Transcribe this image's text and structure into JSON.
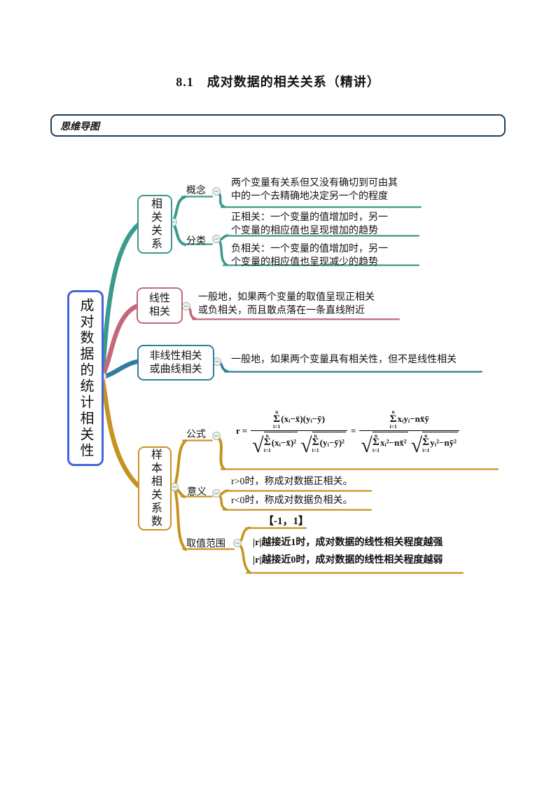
{
  "page": {
    "title": "8.1　成对数据的相关关系（精讲）"
  },
  "section": {
    "label": "思维导图"
  },
  "map": {
    "root": {
      "label": "成对数据的统计相关性"
    },
    "guanxi": {
      "label": "相关关系"
    },
    "gainian": {
      "label": "概念"
    },
    "fenlei": {
      "label": "分类"
    },
    "concept": {
      "l1": "两个变量有关系但又没有确切到可由其",
      "l2": "中的一个去精确地决定另一个的程度"
    },
    "pos": {
      "l1": "正相关：一个变量的值增加时，另一",
      "l2": "个变量的相应值也呈现增加的趋势"
    },
    "neg": {
      "l1": "负相关：一个变量的值增加时，另一",
      "l2": "个变量的相应值也呈现减少的趋势"
    },
    "linear": {
      "label_l1": "线性",
      "label_l2": "相关",
      "text_l1": "一般地，如果两个变量的取值呈现正相关",
      "text_l2": "或负相关，而且散点落在一条直线附近"
    },
    "nonlinear": {
      "label_l1": "非线性相关",
      "label_l2": "或曲线相关",
      "text": "一般地，如果两个变量具有相关性，但不是线性相关"
    },
    "sample": {
      "label": "样本相关系数"
    },
    "gongshi": {
      "label": "公式"
    },
    "yiyi": {
      "label": "意义",
      "r_pos": "r>0时，称成对数据正相关。",
      "r_neg": "r<0时，称成对数据负相关。"
    },
    "quzhi": {
      "label": "取值范围",
      "range": "【-1，1】",
      "strong": "|r|越接近1时，成对数据的线性相关程度越强",
      "weak": "|r|越接近0时，成对数据的线性相关程度越弱"
    }
  },
  "formula": {
    "lhs": "r",
    "eq": "=",
    "sqrt": "√",
    "sum": {
      "top": "n",
      "sym": "Σ",
      "bot": "i=1"
    },
    "f1": {
      "num": "(xᵢ−x̄)(yᵢ−ȳ)",
      "d1": "(xᵢ−x̄)²",
      "d2": "(yᵢ−ȳ)²"
    },
    "f2": {
      "num": "xᵢyᵢ−nx̄ȳ",
      "d1": "xᵢ²−nx̄²",
      "d2": "yᵢ²−nȳ²"
    }
  },
  "colors": {
    "teal_branch": "#3a9a8b",
    "pink_branch": "#c4697b",
    "blue_branch": "#2f7e9d",
    "gold_branch": "#c79320",
    "root_border": "#4364dd",
    "section_border": "#1c3d5a"
  }
}
